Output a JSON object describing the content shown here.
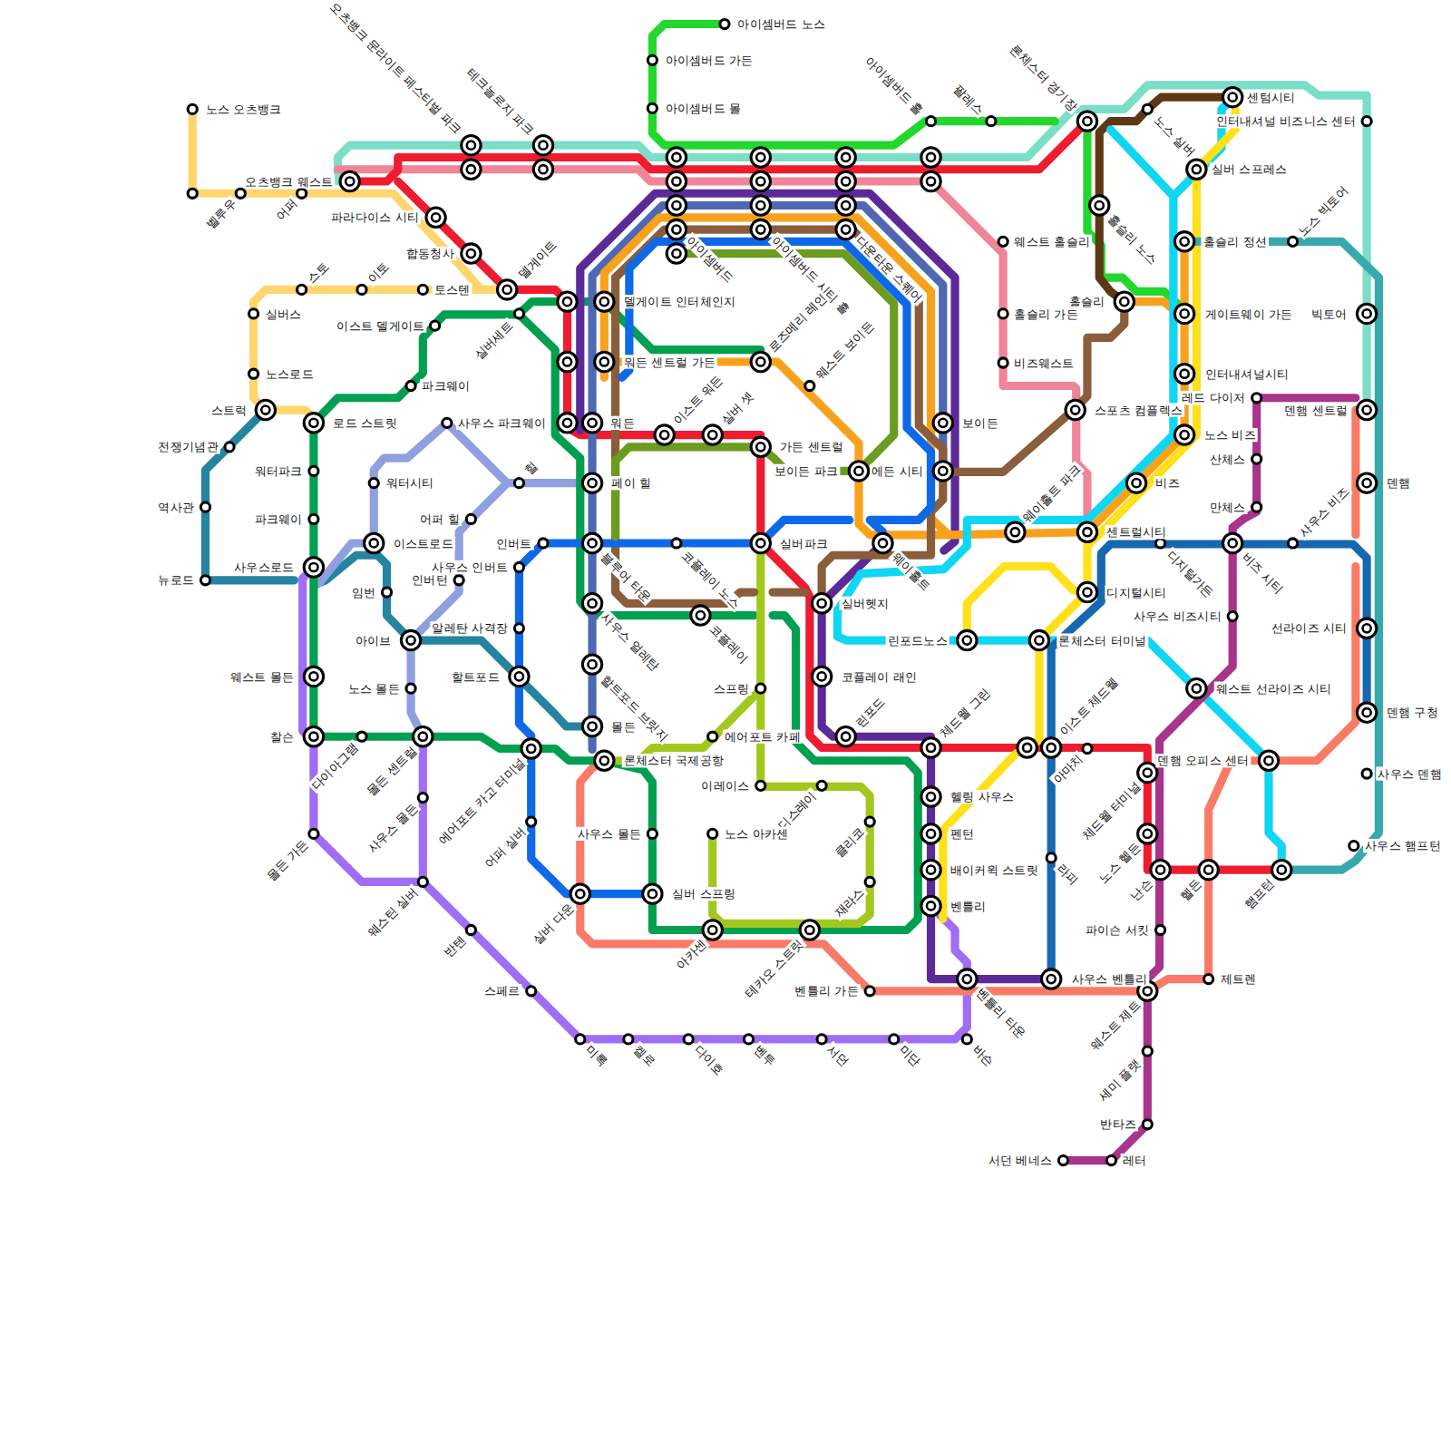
{
  "diagram": {
    "labels": [
      "노스 오츠뱅크",
      "벨루우",
      "어퍼",
      "오츠뱅크 웨스트",
      "오츠뱅크 문라이트 페스티벌 파크",
      "테크놀로지 파크",
      "아이셈버드 노스",
      "아이셈버드 가든",
      "아이셈버드 몰",
      "아이셈버드 홀",
      "팔레스",
      "론체스터 경기장",
      "센텀시티",
      "노스 실버",
      "인터내셔널 비즈니스 센터",
      "실버 스프레스",
      "파라다이스 시티",
      "홀슬리 노스",
      "웨스트 홀슬리",
      "홀슬리 정션",
      "노스 빅토어",
      "합동청사",
      "아이셈버드",
      "아이셈버드 시티 홀",
      "다운타운 스퀘어",
      "스토",
      "이토",
      "토스텐",
      "델게이트",
      "델게이트 인터체인지",
      "홀슬리",
      "실버스",
      "이스트 델게이트",
      "실버세트",
      "홀슬리 가든",
      "게이트웨이 가든",
      "빅토어",
      "로즈메리 레인",
      "워든 센트럴 가든",
      "비즈웨스트",
      "노스로드",
      "인터내셔널시티",
      "웨스트 보이든",
      "파크웨이",
      "레드 다이저",
      "스트럭",
      "스포츠 컴플렉스",
      "덴햄 센트럴",
      "로드 스트릿",
      "사우스 파크웨이",
      "워든",
      "이스트 워든",
      "실버 셋",
      "보이든",
      "노스 비즈",
      "전쟁기념관",
      "가든 센트럴",
      "산체스",
      "워터파크",
      "보이든 파크",
      "에든 시티",
      "힐",
      "워터시티",
      "비즈",
      "페이 힐",
      "덴햄",
      "역사관",
      "만체스",
      "파크웨이",
      "어퍼 힐",
      "웨이홀트 파크",
      "센트럴시티",
      "이스트로드",
      "인버트",
      "블루어 타운",
      "코플레이 노스",
      "실버파크",
      "웨이홀트",
      "디지털가든",
      "비즈 시티",
      "사우스 비즈",
      "사우스로드",
      "사우스 인버트",
      "뉴로드",
      "인버턴",
      "임번",
      "디지털시티",
      "실버헷지",
      "사우스 얼레탄",
      "코플레이",
      "사우스 비즈시티",
      "알레탄 사격장",
      "선라이즈 시티",
      "아이브",
      "린포드노스",
      "론체스터 터미널",
      "할트포드 브릿지",
      "할트포드",
      "웨스트 몰든",
      "코플레이 래인",
      "스프링",
      "노스 몰든",
      "웨스트 선라이즈 시티",
      "덴햄 구청",
      "린포드",
      "체드웰 그린",
      "이스트 체드웰",
      "몰든",
      "찰슨",
      "에어포트 카페",
      "다이아그램",
      "몰든 센트럴",
      "아마치",
      "에어포트 카고 터미널",
      "론체스터 국제공항",
      "덴햄 오피스 센터",
      "체드웰 터미널",
      "이레이스",
      "디스레이",
      "헬링 사우스",
      "몰든 가든",
      "사우스 몰든",
      "노스 아카센",
      "클리코",
      "펜턴",
      "노스 헬든",
      "사우스 몰든",
      "어퍼 실버",
      "라피",
      "배이커윅 스트릿",
      "난슨",
      "헬든",
      "햄프턴",
      "사우스 덴햄",
      "사우스 햄프턴",
      "웨스틴 실버",
      "재라스",
      "실버 다운",
      "실버 스프링",
      "벤틀리",
      "반텐",
      "아카센",
      "테카오 스트릿",
      "파이슨 서킷",
      "제트렌",
      "사우스 벤틀리",
      "벤틀리 타운",
      "벤틀리 가든",
      "스페르",
      "웨스트 제트",
      "미록",
      "켈로",
      "다이호",
      "벤투",
      "서던",
      "미단",
      "바슨",
      "세미 플랫",
      "반타즈",
      "서던 베네스",
      "레터"
    ]
  }
}
